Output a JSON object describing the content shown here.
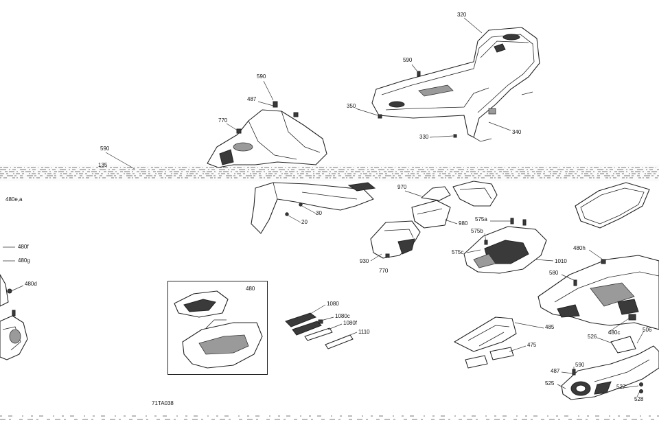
{
  "drawing_code": "71TA038",
  "callouts": {
    "c320": "320",
    "c590a": "590",
    "c350": "350",
    "c330": "330",
    "c340": "340",
    "c590b": "590",
    "c487a": "487",
    "c770a": "770",
    "c590c": "590",
    "c135": "135",
    "c480ea": "480e,a",
    "c970": "970",
    "c980": "980",
    "c930": "930",
    "c770b": "770",
    "c20": "20",
    "c30": "30",
    "c575a": "575a",
    "c575b": "575b",
    "c575c": "575c",
    "c1010": "1010",
    "c480h": "480h",
    "c580": "580",
    "c480f": "480f",
    "c480g": "480g",
    "c480d": "480d",
    "c480": "480",
    "c1080": "1080",
    "c1080c": "1080c",
    "c1080f": "1080f",
    "c1110": "1110",
    "c485": "485",
    "c475": "475",
    "c526": "526",
    "c480c": "480c",
    "c506": "506",
    "c487b": "487",
    "c590d": "590",
    "c525": "525",
    "c527": "527",
    "c528": "528"
  }
}
